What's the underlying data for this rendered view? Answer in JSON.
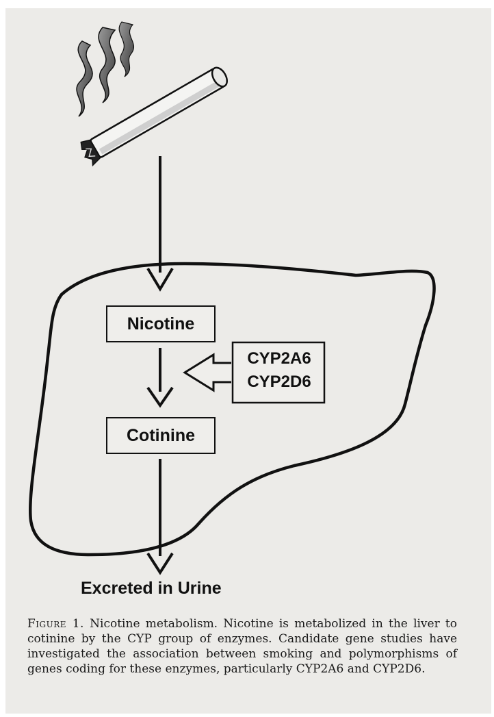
{
  "diagram": {
    "nicotine_label": "Nicotine",
    "cotinine_label": "Cotinine",
    "enzymes": [
      "CYP2A6",
      "CYP2D6"
    ],
    "excreted_label": "Excreted in Urine"
  },
  "caption": {
    "figure_label": "Figure 1.",
    "text": " Nicotine metabolism. Nicotine is metabolized in the liver to cotinine by the CYP group of enzymes. Candidate gene studies have investigated the association between smoking and polymorphisms of genes coding for these enzymes, particularly CYP2A6 and CYP2D6."
  }
}
